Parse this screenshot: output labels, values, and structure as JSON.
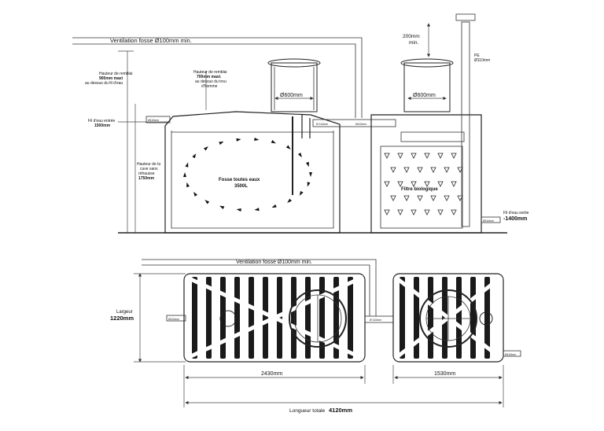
{
  "top_view": {
    "ventilation_label": "Ventilation fosse  Ø100mm min.",
    "riser_height_label": "200mm\nmin.",
    "pe_label": "PE\nØ110mm",
    "remblai_max_label": "Hauteur de remblai\n900mm max.\nau dessus du fil d'eau",
    "remblai_700_label": "Hauteur de remblai\n700mm max.\nau dessus du trou\nd'homme",
    "cover_left_label": "Ø600mm",
    "cover_right_label": "Ø600mm",
    "fil_entree_label": "Fil d'eau entrée\n1500mm",
    "inlet_pipe_label": "Ø110mm",
    "link_pipe_label_1": "Ø 110mm",
    "link_pipe_label_2": "Ø110mm",
    "hauteur_cuve_label": "Hauteur de la\ncuve sans\nréhausse\n1750mm",
    "fosse_label": "Fosse toutes eaux\n3500L",
    "filtre_label": "Filtre biologique",
    "fil_sortie_label": "Fil d'eau sortie\n-1400mm",
    "outlet_pipe_label": "Ø110mm"
  },
  "plan_view": {
    "ventilation_label": "Ventilation fosse  Ø100mm min.",
    "largeur_label": "Largeur\n1220mm",
    "inlet_label": "Ø110mm",
    "link_label": "Ø 110mm",
    "outlet_label": "Ø110mm",
    "dim_fosse": "2430mm",
    "dim_filtre": "1530mm",
    "longueur_label": "Longueur totale",
    "longueur_value": "4120mm"
  },
  "colors": {
    "line": "#222222",
    "light_fill": "#f2f2f2",
    "ribs": "#1a1a1a"
  },
  "icons": [
    "flow-arrow-icon",
    "vent-arrow-icon"
  ]
}
